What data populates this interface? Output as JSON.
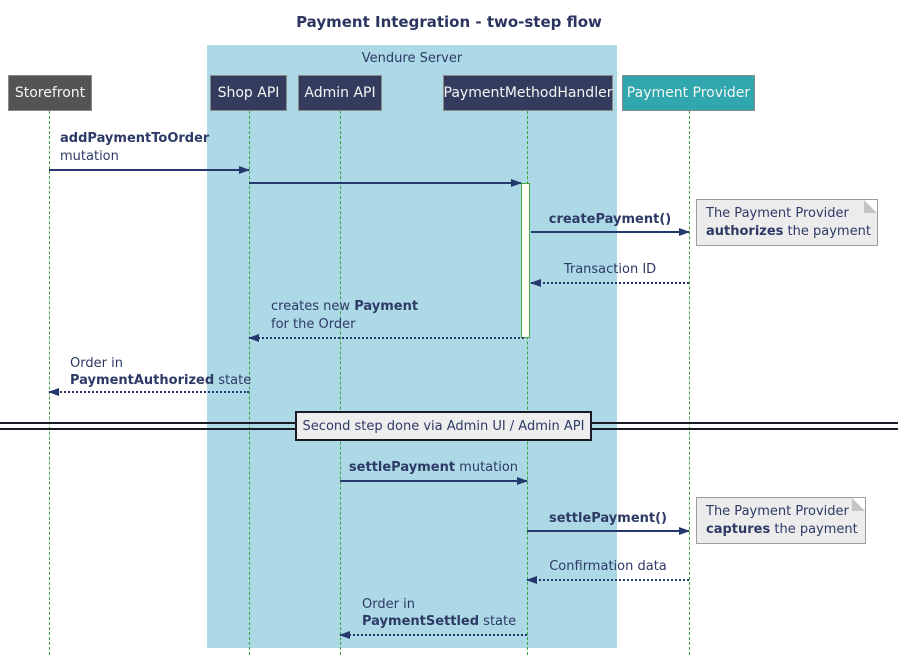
{
  "title": "Payment Integration - two-step flow",
  "frame": {
    "label": "Vendure Server"
  },
  "participants": {
    "storefront": "Storefront",
    "shop_api": "Shop API",
    "admin_api": "Admin API",
    "handler": "PaymentMethodHandler",
    "provider": "Payment Provider"
  },
  "messages": {
    "add_payment": {
      "bold": "addPaymentToOrder",
      "plain": "mutation"
    },
    "create_payment": {
      "bold": "createPayment()"
    },
    "transaction_id": {
      "plain": "Transaction ID"
    },
    "creates_payment": {
      "pre": "creates new ",
      "bold": "Payment",
      "line2": "for the Order"
    },
    "order_authorized": {
      "line1": "Order in",
      "bold": "PaymentAuthorized",
      "post": " state"
    },
    "settle_mutation": {
      "bold": "settlePayment",
      "post": " mutation"
    },
    "settle_call": {
      "bold": "settlePayment()"
    },
    "confirmation": {
      "plain": "Confirmation data"
    },
    "order_settled": {
      "line1": "Order in",
      "bold": "PaymentSettled",
      "post": " state"
    }
  },
  "notes": {
    "authorize": {
      "line1": "The Payment Provider",
      "bold": "authorizes",
      "post": " the payment"
    },
    "capture": {
      "line1": "The Payment Provider",
      "bold": "captures",
      "post": " the payment"
    }
  },
  "divider": {
    "label": "Second step done via Admin UI / Admin API"
  },
  "colors": {
    "frame_bg": "#ADD8E6",
    "participant_navy": "#333C5E",
    "participant_gray": "#545454",
    "participant_teal": "#2FA7AD",
    "arrow_navy": "#24386E",
    "lifeline_green": "#3EA43E",
    "note_bg": "#ECECEC"
  }
}
